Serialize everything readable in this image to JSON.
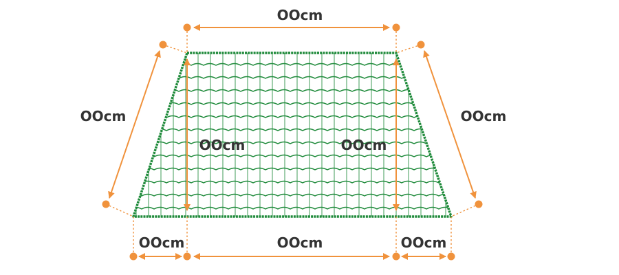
{
  "colors": {
    "accent": "#f0923c",
    "net": "#1e8a3a",
    "text": "#333333"
  },
  "labels": {
    "top_width": "OOcm",
    "left_slant": "OOcm",
    "right_slant": "OOcm",
    "left_inner_height": "OOcm",
    "right_inner_height": "OOcm",
    "bottom_left_offset": "OOcm",
    "bottom_middle": "OOcm",
    "bottom_right_offset": "OOcm"
  }
}
